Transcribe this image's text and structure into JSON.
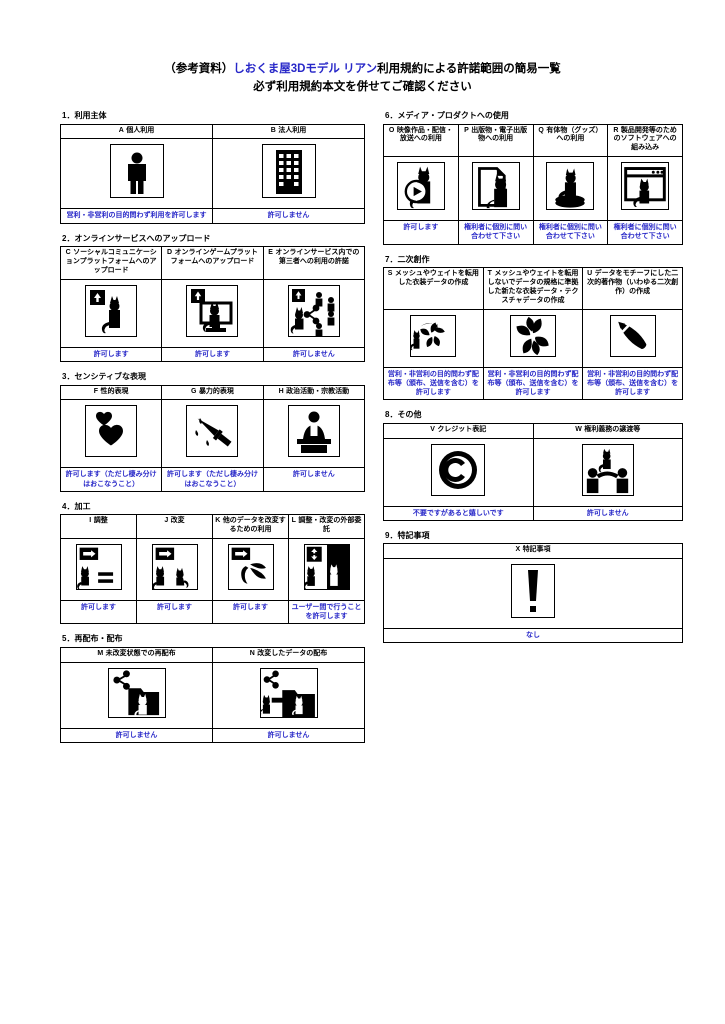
{
  "title": {
    "line1_black_prefix": "（参考資料）",
    "line1_blue": "しおくま屋3Dモデル リアン",
    "line1_black_suffix": "利用規約による許諾範囲の簡易一覧",
    "line2": "必ず利用規約本文を併せてご確認ください"
  },
  "colors": {
    "accent_blue": "#2727c8",
    "text_black": "#000000",
    "border": "#000000",
    "background": "#ffffff"
  },
  "sections": [
    {
      "id": "s1",
      "heading": "1．利用主体",
      "columns": 2,
      "items": [
        {
          "code": "A",
          "label": "個人利用",
          "icon": "person-icon",
          "result": "営利・非営利の目的問わず利用を許可します"
        },
        {
          "code": "B",
          "label": "法人利用",
          "icon": "building-icon",
          "result": "許可しません"
        }
      ]
    },
    {
      "id": "s2",
      "heading": "2．オンラインサービスへのアップロード",
      "columns": 3,
      "items": [
        {
          "code": "C",
          "label": "ソーシャルコミュニケーションプラットフォームへのアップロード",
          "icon": "upload-avatar-icon",
          "result": "許可します"
        },
        {
          "code": "D",
          "label": "オンラインゲームプラットフォームへのアップロード",
          "icon": "upload-game-icon",
          "result": "許可します"
        },
        {
          "code": "E",
          "label": "オンラインサービス内での第三者への利用の許諾",
          "icon": "share-third-party-icon",
          "result": "許可しません"
        }
      ]
    },
    {
      "id": "s3",
      "heading": "3．センシティブな表現",
      "columns": 3,
      "items": [
        {
          "code": "F",
          "label": "性的表現",
          "icon": "hearts-icon",
          "result": "許可します（ただし棲み分けはおこなうこと）"
        },
        {
          "code": "G",
          "label": "暴力的表現",
          "icon": "knife-icon",
          "result": "許可します（ただし棲み分けはおこなうこと）"
        },
        {
          "code": "H",
          "label": "政治活動・宗教活動",
          "icon": "podium-speaker-icon",
          "result": "許可しません"
        }
      ]
    },
    {
      "id": "s4",
      "heading": "4．加工",
      "columns": 4,
      "items": [
        {
          "code": "I",
          "label": "調整",
          "icon": "adjust-cat-icon",
          "result": "許可します"
        },
        {
          "code": "J",
          "label": "改変",
          "icon": "modify-cat-icon",
          "result": "許可します"
        },
        {
          "code": "K",
          "label": "他のデータを改変するための利用",
          "icon": "modify-other-data-icon",
          "result": "許可します"
        },
        {
          "code": "L",
          "label": "調整・改変の外部委託",
          "icon": "outsource-icon",
          "result": "ユーザー間で行うことを許可します"
        }
      ]
    },
    {
      "id": "s5",
      "heading": "5．再配布・配布",
      "columns": 2,
      "items": [
        {
          "code": "M",
          "label": "未改変状態での再配布",
          "icon": "redistribute-folder-icon",
          "result": "許可しません"
        },
        {
          "code": "N",
          "label": "改変したデータの配布",
          "icon": "distribute-modified-icon",
          "result": "許可しません"
        }
      ]
    },
    {
      "id": "s6",
      "heading": "6．メディア・プロダクトへの使用",
      "columns": 4,
      "items": [
        {
          "code": "O",
          "label": "映像作品・配信・放送への利用",
          "icon": "video-play-icon",
          "result": "許可します"
        },
        {
          "code": "P",
          "label": "出版物・電子出版物への利用",
          "icon": "publication-icon",
          "result": "権利者に個別に問い合わせて下さい"
        },
        {
          "code": "Q",
          "label": "有体物（グッズ）への利用",
          "icon": "goods-figure-icon",
          "result": "権利者に個別に問い合わせて下さい"
        },
        {
          "code": "R",
          "label": "製品開発等のためのソフトウェアへの組み込み",
          "icon": "software-window-icon",
          "result": "権利者に個別に問い合わせて下さい"
        }
      ]
    },
    {
      "id": "s7",
      "heading": "7．二次創作",
      "columns": 3,
      "items": [
        {
          "code": "S",
          "label": "メッシュやウェイトを転用した衣装データの作成",
          "icon": "mesh-reuse-costume-icon",
          "result": "営利・非営利の目的問わず配布等（頒布、送信を含む）を許可します"
        },
        {
          "code": "T",
          "label": "メッシュやウェイトを転用しないでデータの規格に準拠した新たな衣装データ・テクスチャデータの作成",
          "icon": "new-costume-data-icon",
          "result": "営利・非営利の目的問わず配布等（頒布、送信を含む）を許可します"
        },
        {
          "code": "U",
          "label": "データをモチーフにした二次的著作物（いわゆる二次創作）の作成",
          "icon": "brush-icon",
          "result": "営利・非営利の目的問わず配布等（頒布、送信を含む）を許可します"
        }
      ]
    },
    {
      "id": "s8",
      "heading": "8．その他",
      "columns": 2,
      "items": [
        {
          "code": "V",
          "label": "クレジット表記",
          "icon": "copyright-icon",
          "result": "不要ですがあると嬉しいです"
        },
        {
          "code": "W",
          "label": "権利義務の譲渡等",
          "icon": "transfer-rights-icon",
          "result": "許可しません"
        }
      ]
    },
    {
      "id": "s9",
      "heading": "9．特記事項",
      "columns": 1,
      "items": [
        {
          "code": "X",
          "label": "特記事項",
          "icon": "exclamation-icon",
          "result": "なし"
        }
      ]
    }
  ]
}
